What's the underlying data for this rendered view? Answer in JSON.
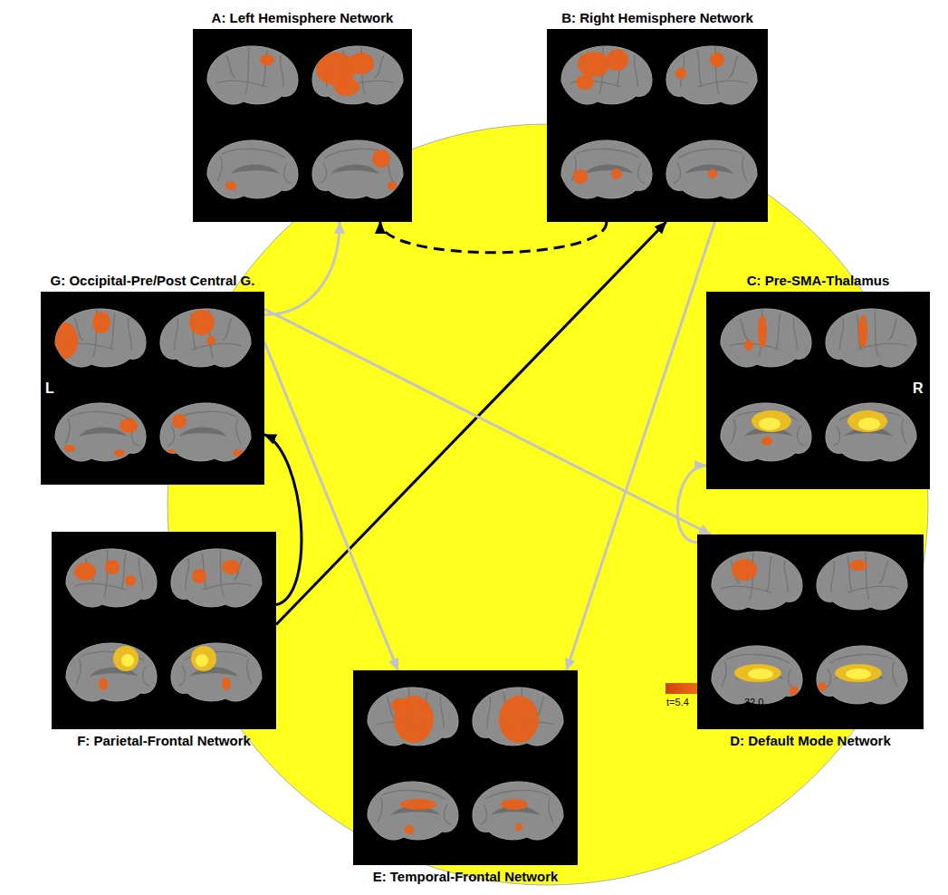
{
  "diagram": {
    "nodes": [
      {
        "text": [
          "A: Left Hemisphere Network"
        ]
      },
      {
        "text": [
          "B: Right Hemisphere Network"
        ]
      },
      {
        "text": [
          "C: Pre-SMA-Thalamus"
        ]
      },
      {
        "text": [
          "D: Default Mode Network"
        ]
      },
      {
        "text": [
          "E: Temporal-Frontal Network"
        ]
      },
      {
        "text": [
          "F: Parietal-Frontal Network"
        ]
      },
      {
        "text": [
          "G: Occipital-Pre/Post Central G."
        ]
      }
    ],
    "edges": [
      {
        "from": 1,
        "to": 0,
        "arrow": "to"
      },
      {
        "from": 6,
        "to": 0,
        "arrow": "to"
      },
      {
        "from": 5,
        "to": 1,
        "arrow": "to"
      },
      {
        "from": 5,
        "to": 6,
        "arrow": "to"
      },
      {
        "from": 6,
        "to": 4,
        "arrow": "to"
      },
      {
        "from": 6,
        "to": 3,
        "arrow": "to"
      },
      {
        "from": 1,
        "to": 4,
        "arrow": "to"
      },
      {
        "from": 3,
        "to": 2,
        "arrow": "to"
      }
    ],
    "labels": [
      "L",
      "R",
      "t=5.4",
      "32.0"
    ]
  }
}
